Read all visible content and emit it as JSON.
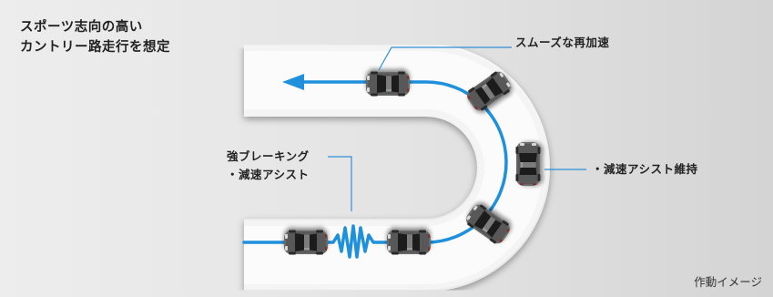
{
  "diagram": {
    "title_line1": "スポーツ志向の高い",
    "title_line2": "カントリー路走行を想定",
    "label_reacceleration": "スムーズな再加速",
    "label_decel_assist_maintain": "・減速アシスト維持",
    "label_brake_line1": "強ブレーキング",
    "label_brake_line2": "・減速アシスト",
    "caption": "作動イメージ",
    "colors": {
      "path": "#1e90dc",
      "road": "#f6f6f6",
      "car_body": "#5a5a5a",
      "car_glass": "#1f1f1f",
      "leader_line": "#2f8fd6"
    },
    "icons": [
      "car-icon",
      "arrow-left-icon",
      "spring-icon"
    ]
  }
}
